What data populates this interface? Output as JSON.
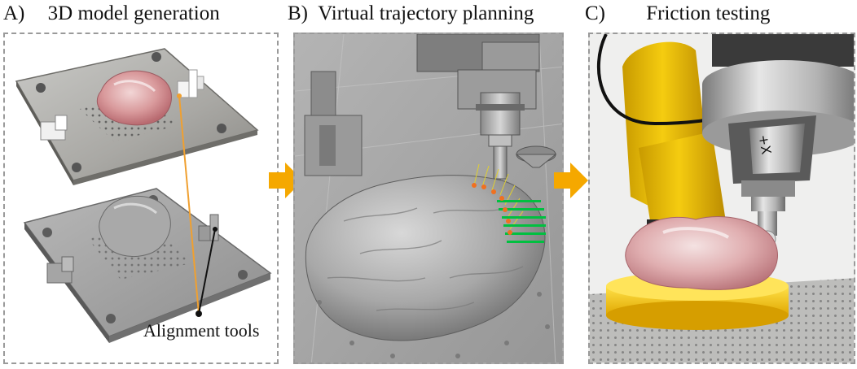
{
  "panels": [
    {
      "letter": "A)",
      "title": "3D model generation"
    },
    {
      "letter": "B)",
      "title": "Virtual trajectory planning"
    },
    {
      "letter": "C)",
      "title": "Friction testing"
    }
  ],
  "annotation": {
    "alignment_label": "Alignment tools"
  },
  "colors": {
    "arrow": "#f5a800",
    "frame": "#9a9a9a",
    "robot_yellow": "#f2c400",
    "cartilage_pink": "#e4b4b6",
    "toolpath_green": "#00c040",
    "leader_line_orange": "#f0a030",
    "leader_line_black": "#111111"
  },
  "icons": [
    "process-arrow-icon"
  ]
}
